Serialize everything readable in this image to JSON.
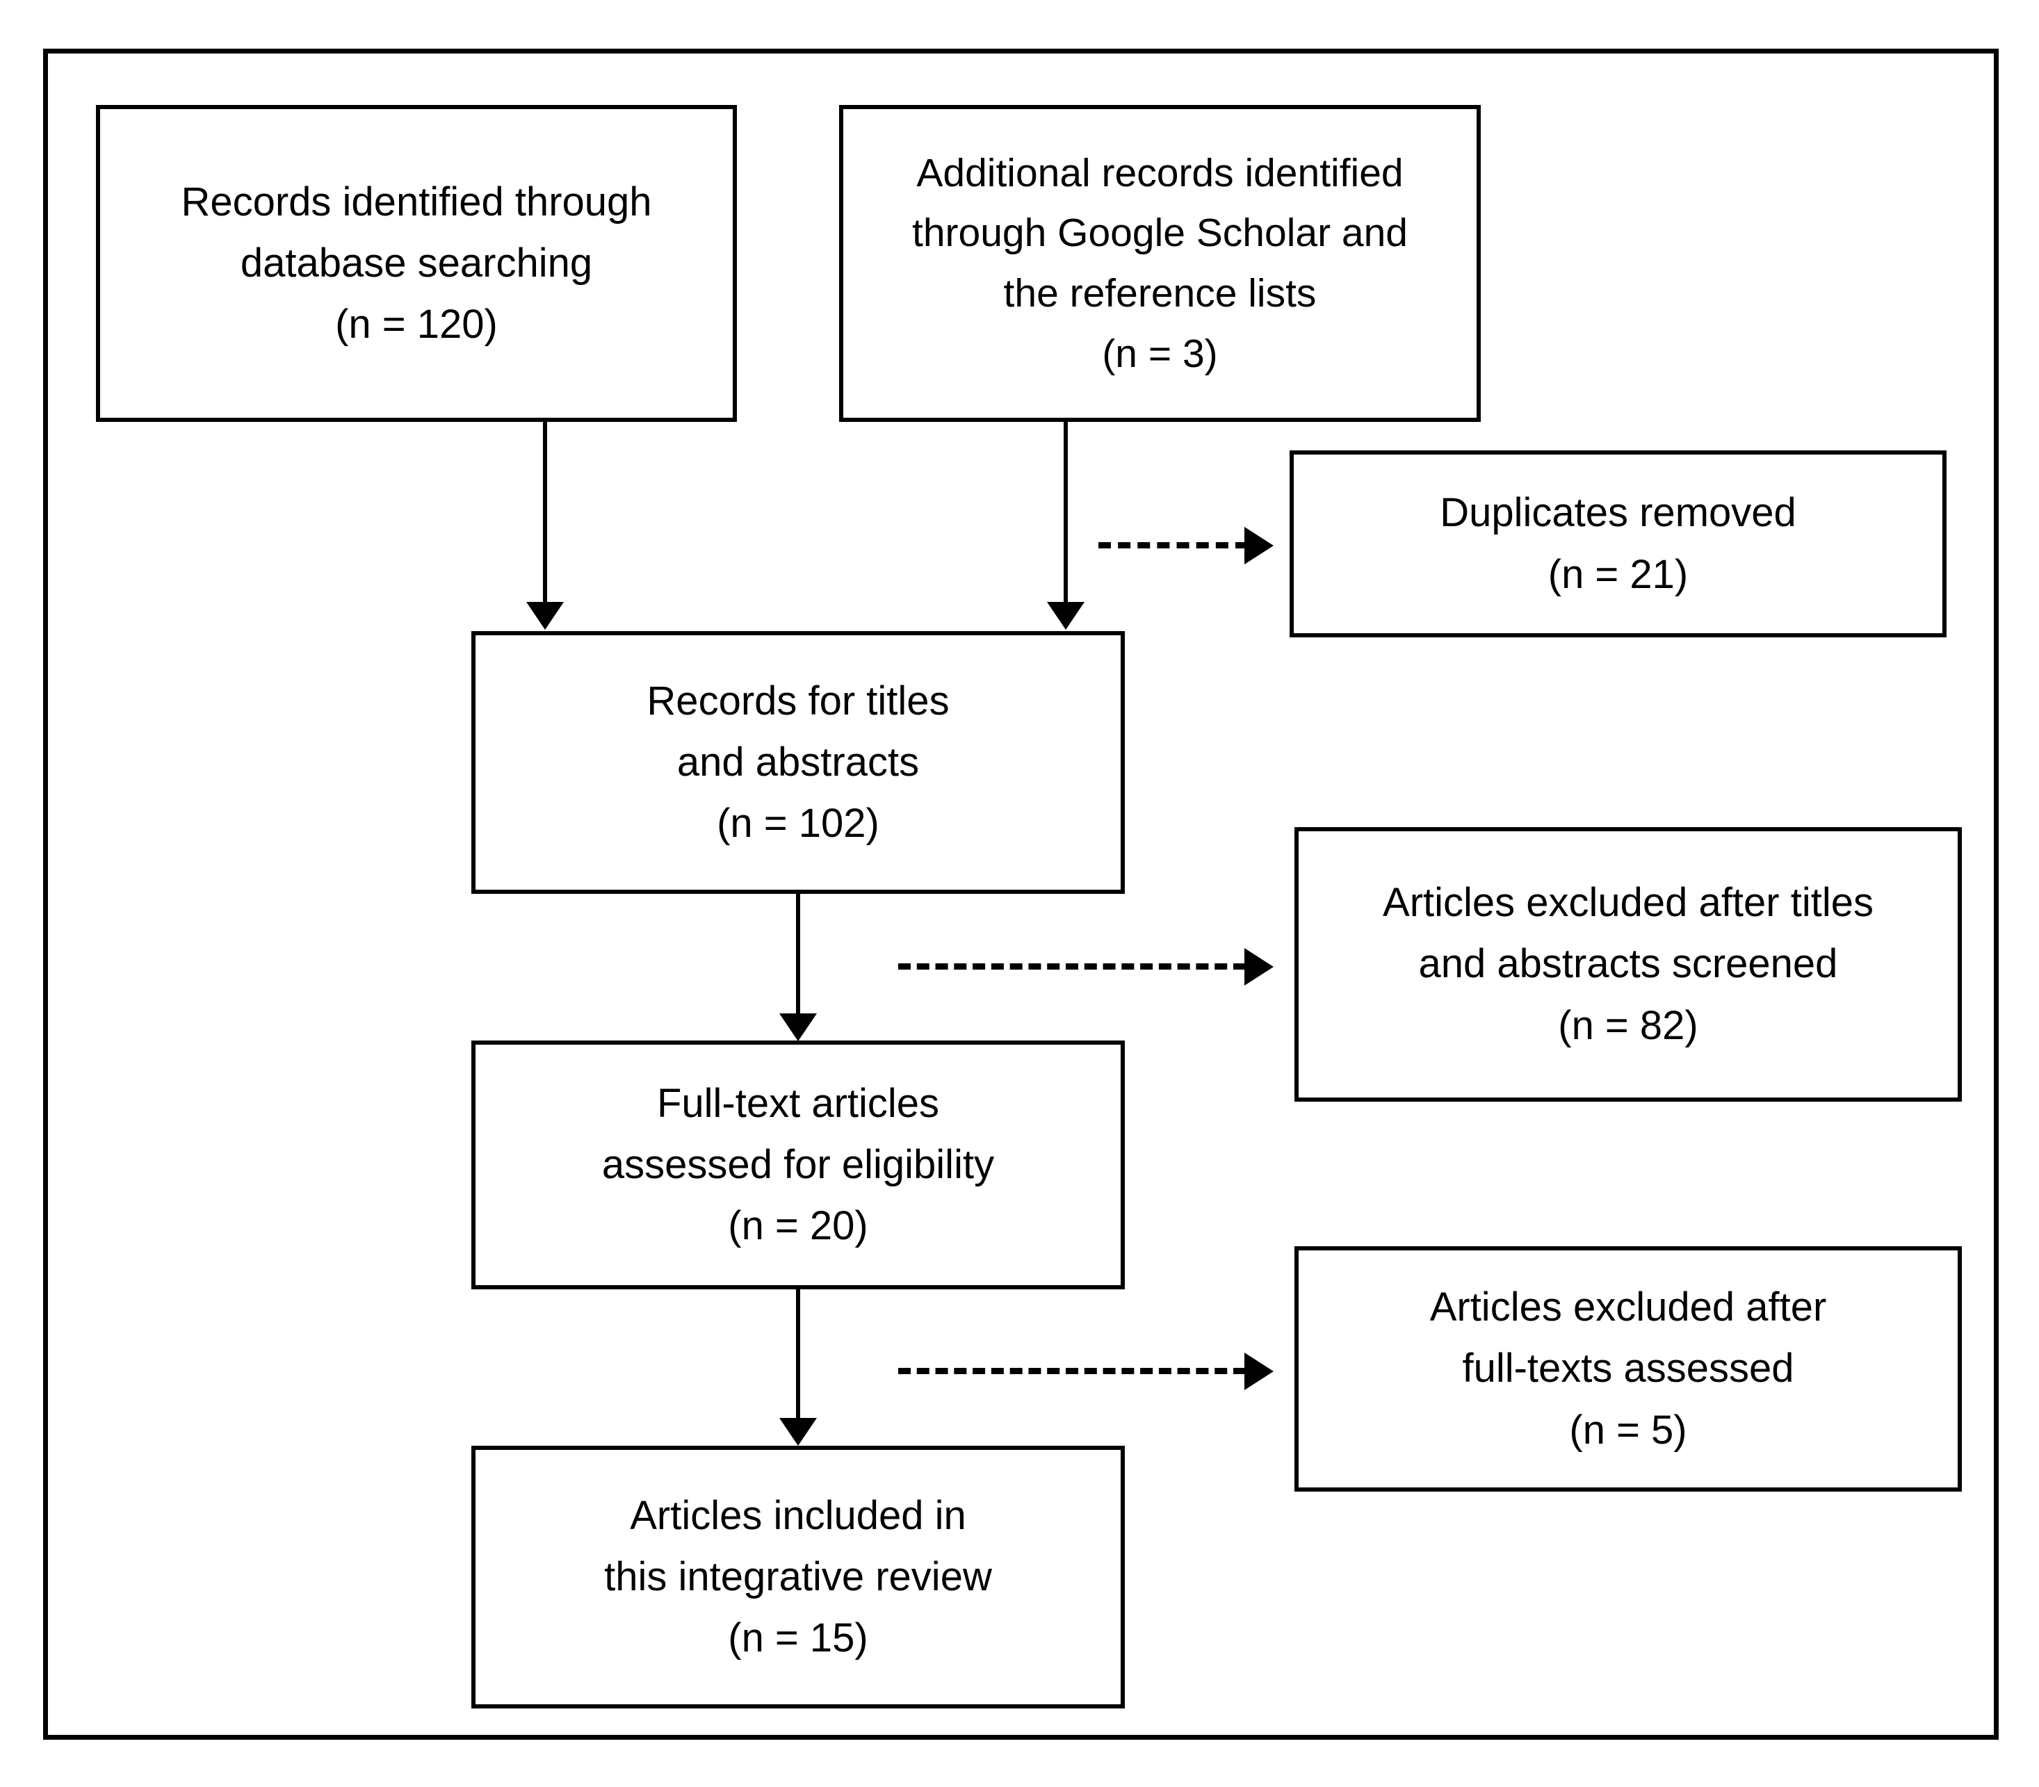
{
  "figure": {
    "type": "prisma-flow-diagram",
    "title": "",
    "frame_color": "#000000",
    "background_color": "#ffffff",
    "text_color": "#000000"
  },
  "nodes": [
    {
      "id": "records-identified-database",
      "lines": [
        "Records identified through",
        "database searching",
        "(n = 120)"
      ],
      "count_label": "(n = 120)",
      "count": 120
    },
    {
      "id": "additional-records-identified",
      "lines": [
        "Additional records identified",
        "through Google Scholar and",
        "the reference lists",
        "(n = 3)"
      ],
      "count_label": "(n = 3)",
      "count": 3
    },
    {
      "id": "duplicates-removed",
      "lines": [
        "Duplicates removed",
        "(n = 21)"
      ],
      "count_label": "(n = 21)",
      "count": 21
    },
    {
      "id": "records-titles-abstracts",
      "lines": [
        "Records for titles",
        "and abstracts",
        "(n = 102)"
      ],
      "count_label": "(n = 102)",
      "count": 102
    },
    {
      "id": "articles-excluded-titles-abstracts",
      "lines": [
        "Articles excluded after titles",
        "and abstracts screened",
        "(n = 82)"
      ],
      "count_label": "(n = 82)",
      "count": 82
    },
    {
      "id": "full-text-assessed",
      "lines": [
        "Full-text articles",
        "assessed for eligibility",
        "(n = 20)"
      ],
      "count_label": "(n = 20)",
      "count": 20
    },
    {
      "id": "articles-excluded-full-text",
      "lines": [
        "Articles excluded after",
        "full-texts assessed",
        "(n = 5)"
      ],
      "count_label": "(n = 5)",
      "count": 5
    },
    {
      "id": "articles-included",
      "lines": [
        "Articles included in",
        "this integrative review",
        "(n = 15)"
      ],
      "count_label": "(n = 15)",
      "count": 15
    }
  ],
  "edges": [
    {
      "id": "db-to-screening",
      "from": "records-identified-database",
      "to": "records-titles-abstracts",
      "style": "solid",
      "direction": "down"
    },
    {
      "id": "additional-to-screening",
      "from": "additional-records-identified",
      "to": "records-titles-abstracts",
      "style": "solid",
      "direction": "down"
    },
    {
      "id": "additional-to-duplicates",
      "from": "additional-records-identified",
      "to": "duplicates-removed",
      "style": "dashed",
      "direction": "right"
    },
    {
      "id": "screening-to-fulltext",
      "from": "records-titles-abstracts",
      "to": "full-text-assessed",
      "style": "solid",
      "direction": "down"
    },
    {
      "id": "screening-to-excluded",
      "from": "records-titles-abstracts",
      "to": "articles-excluded-titles-abstracts",
      "style": "dashed",
      "direction": "right"
    },
    {
      "id": "fulltext-to-included",
      "from": "full-text-assessed",
      "to": "articles-included",
      "style": "solid",
      "direction": "down"
    },
    {
      "id": "fulltext-to-excluded",
      "from": "full-text-assessed",
      "to": "articles-excluded-full-text",
      "style": "dashed",
      "direction": "right"
    }
  ]
}
